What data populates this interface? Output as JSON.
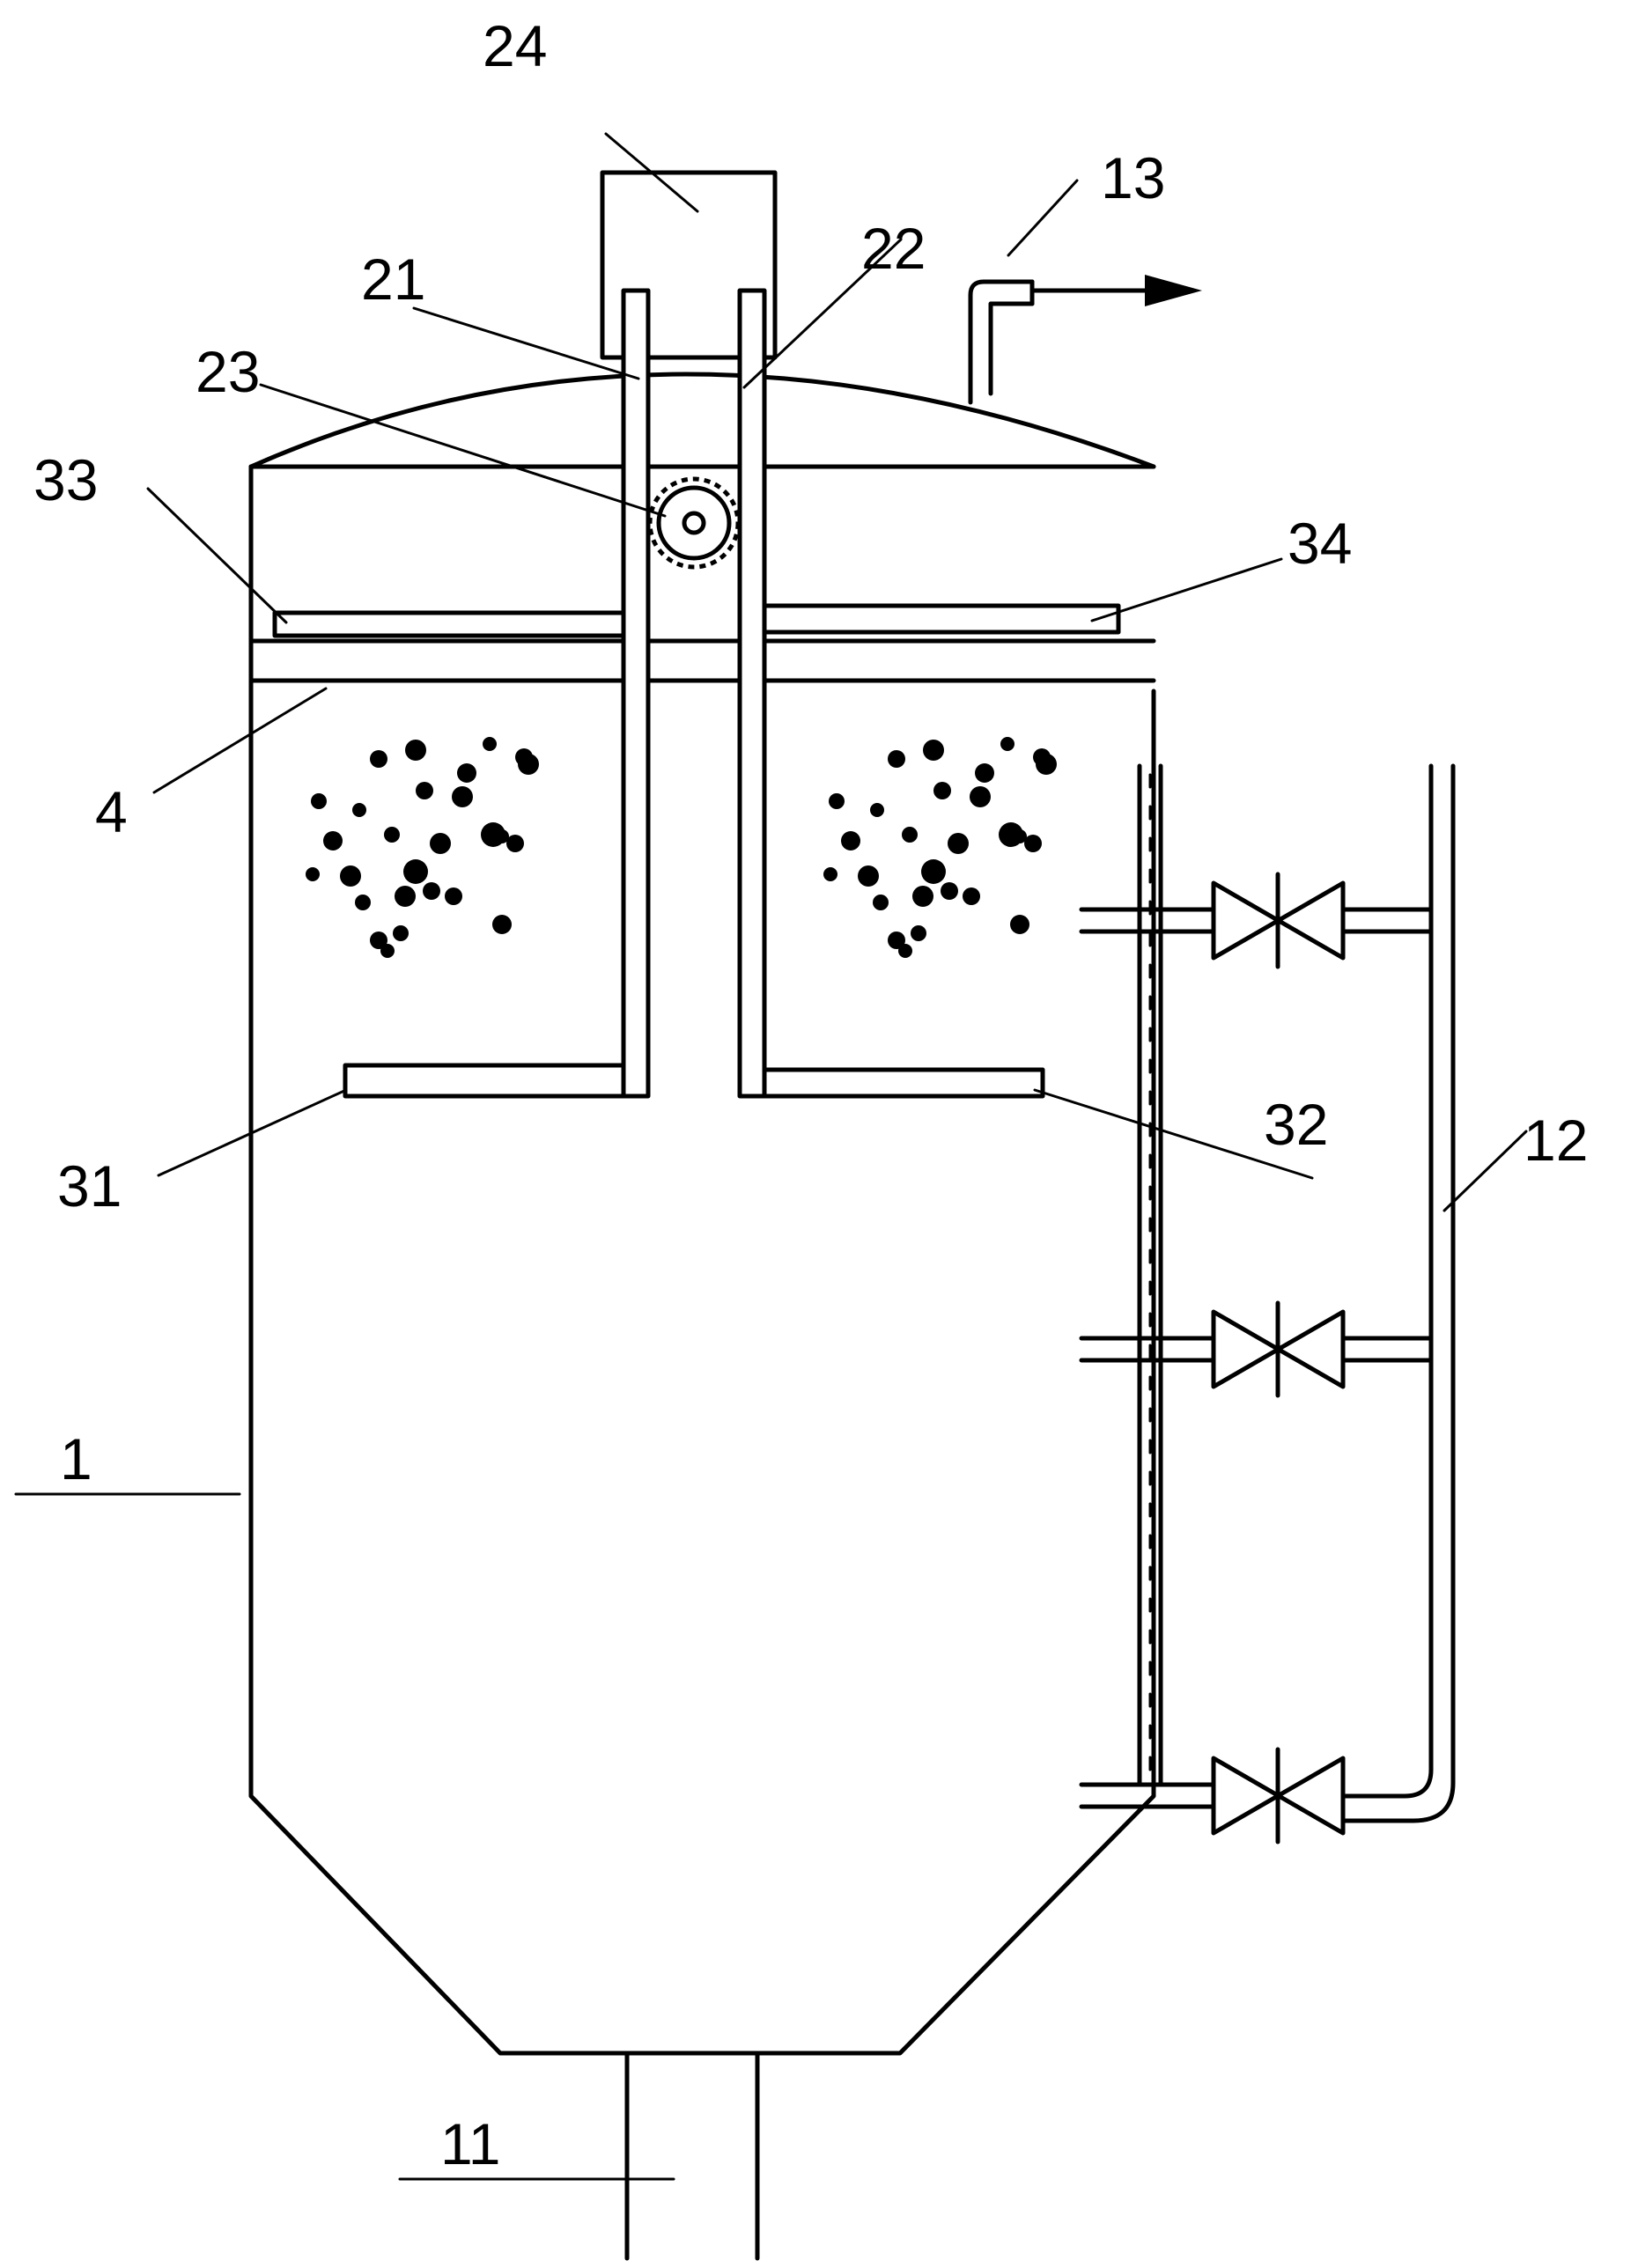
{
  "labels": {
    "vessel": "1",
    "bottom_outlet": "11",
    "side_pipe": "12",
    "top_outlet": "13",
    "left_shaft": "21",
    "right_shaft": "22",
    "gear": "23",
    "motor_box": "24",
    "lower_left_arm": "31",
    "lower_right_arm": "32",
    "upper_left_arm": "33",
    "upper_right_arm": "34",
    "plate": "4"
  },
  "icons": {
    "gear": "gear-icon",
    "valve": "valve-icon",
    "arrow": "arrow-right-icon"
  }
}
